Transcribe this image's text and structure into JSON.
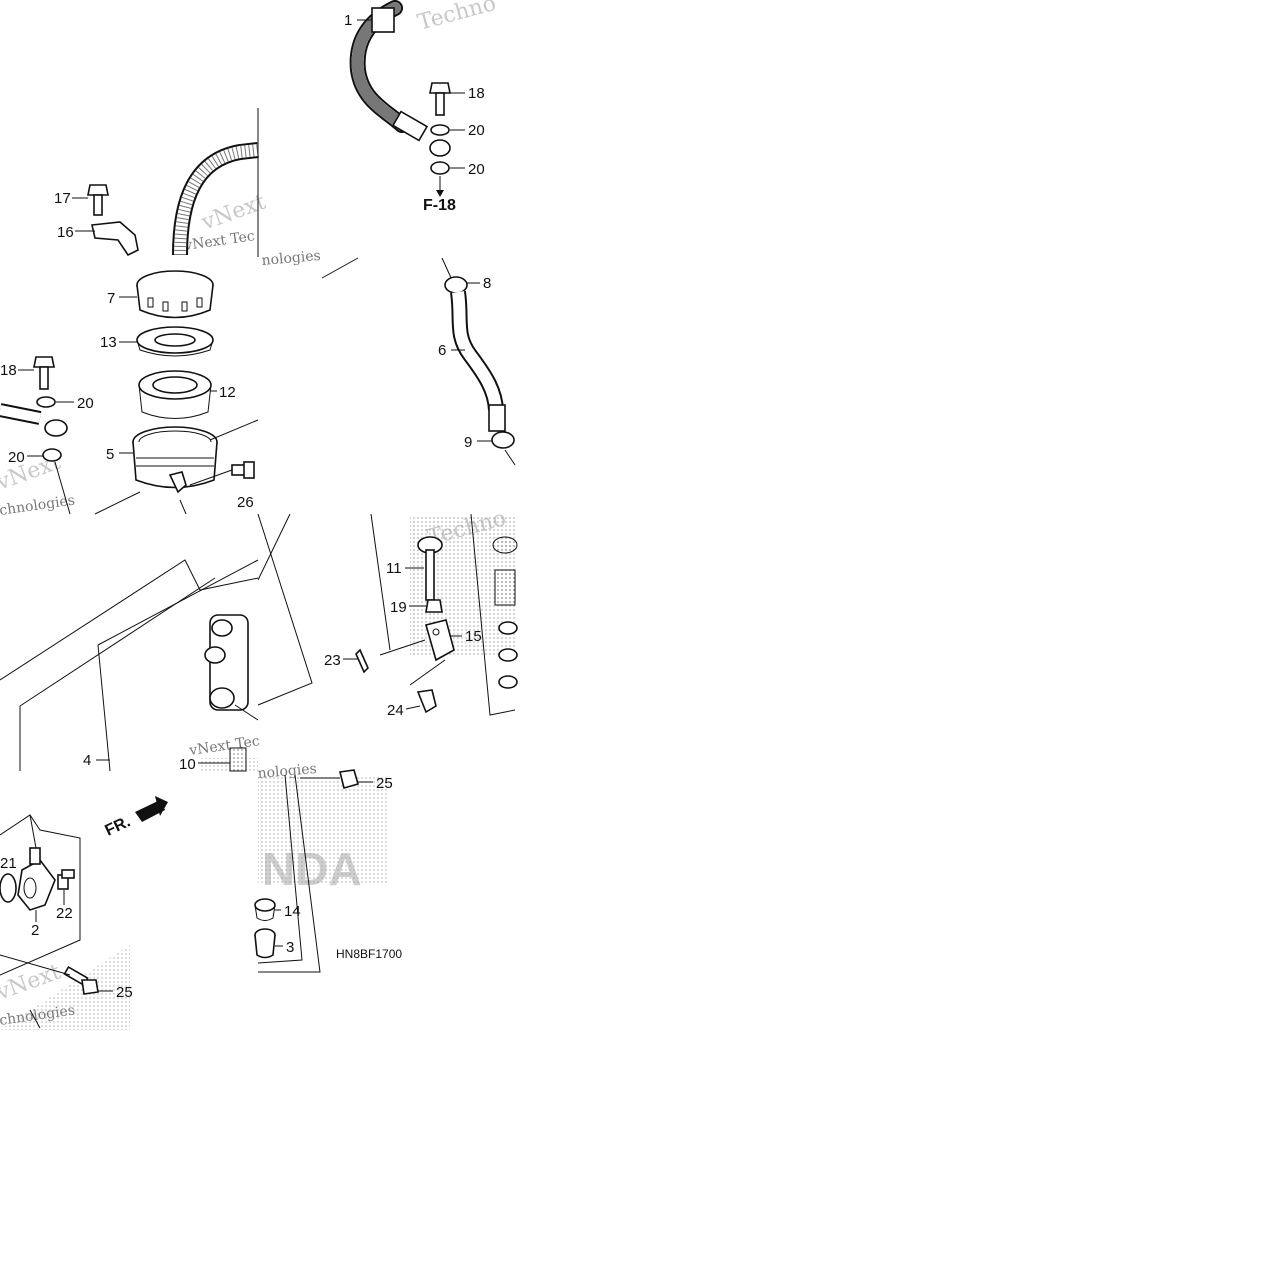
{
  "callouts": [
    {
      "id": "c1",
      "text": "1"
    },
    {
      "id": "c18a",
      "text": "18"
    },
    {
      "id": "c20a",
      "text": "20"
    },
    {
      "id": "c20b",
      "text": "20"
    },
    {
      "id": "c17",
      "text": "17"
    },
    {
      "id": "c16",
      "text": "16"
    },
    {
      "id": "c7",
      "text": "7"
    },
    {
      "id": "c13",
      "text": "13"
    },
    {
      "id": "c12",
      "text": "12"
    },
    {
      "id": "c5",
      "text": "5"
    },
    {
      "id": "c26",
      "text": "26"
    },
    {
      "id": "c18b",
      "text": "18"
    },
    {
      "id": "c20c",
      "text": "20"
    },
    {
      "id": "c20d",
      "text": "20"
    },
    {
      "id": "c8",
      "text": "8"
    },
    {
      "id": "c6",
      "text": "6"
    },
    {
      "id": "c9",
      "text": "9"
    },
    {
      "id": "c11",
      "text": "11"
    },
    {
      "id": "c19",
      "text": "19"
    },
    {
      "id": "c15",
      "text": "15"
    },
    {
      "id": "c23",
      "text": "23"
    },
    {
      "id": "c24",
      "text": "24"
    },
    {
      "id": "c4",
      "text": "4"
    },
    {
      "id": "c10",
      "text": "10"
    },
    {
      "id": "c25a",
      "text": "25"
    },
    {
      "id": "c21",
      "text": "21"
    },
    {
      "id": "c2",
      "text": "2"
    },
    {
      "id": "c22",
      "text": "22"
    },
    {
      "id": "c25b",
      "text": "25"
    },
    {
      "id": "c14",
      "text": "14"
    },
    {
      "id": "c3",
      "text": "3"
    }
  ],
  "reference": "F-18",
  "front_marker": "FR.",
  "drawing_code": "HN8BF1700",
  "watermark_lines": [
    "vNext",
    "Technologies",
    "vNext Tec",
    "nologies",
    "chnologies",
    "Techno"
  ],
  "brand_watermark": "NDA",
  "colors": {
    "line": "#111111",
    "watermark": "#c8c8c8",
    "background": "#ffffff"
  }
}
